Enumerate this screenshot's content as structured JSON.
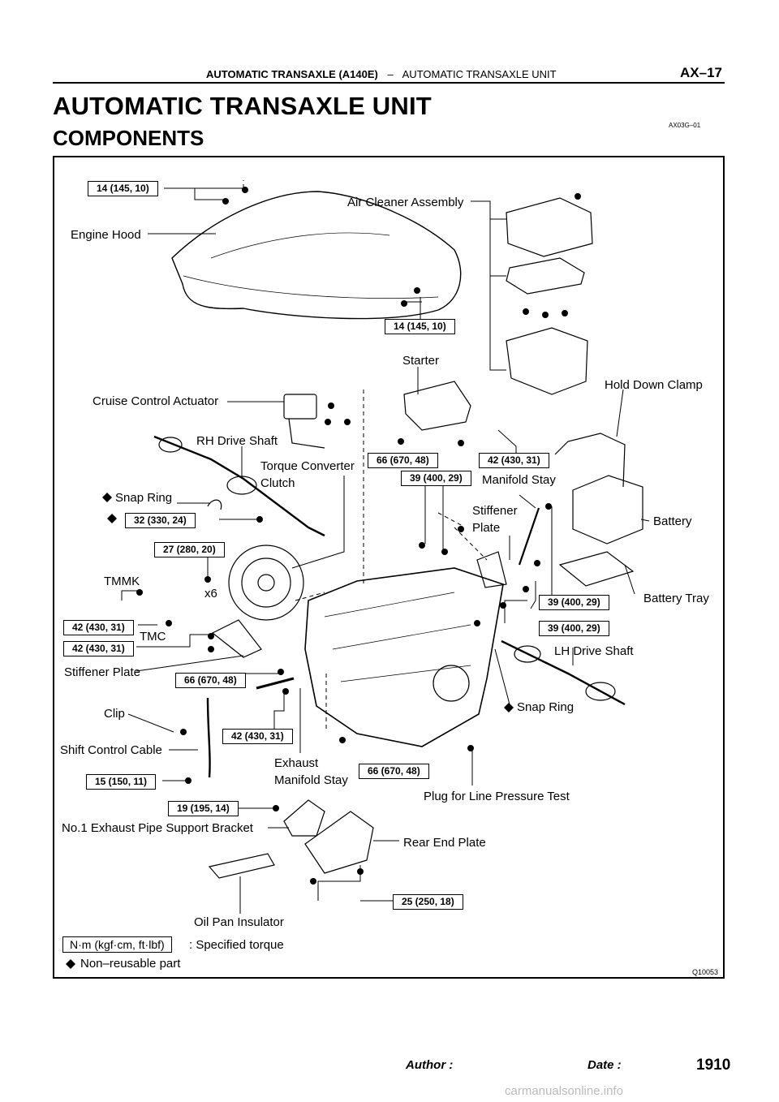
{
  "header": {
    "section": "AUTOMATIC TRANSAXLE (A140E)",
    "separator": "–",
    "subsection": "AUTOMATIC TRANSAXLE UNIT",
    "code": "AX–17"
  },
  "page_title": "AUTOMATIC TRANSAXLE UNIT",
  "section_title": "COMPONENTS",
  "ref_code": "AX03G–01",
  "figure_id": "Q10053",
  "labels": {
    "engine_hood": "Engine Hood",
    "air_cleaner": "Air Cleaner Assembly",
    "starter": "Starter",
    "hold_down_clamp": "Hold Down Clamp",
    "cruise_control": "Cruise Control Actuator",
    "rh_drive_shaft": "RH Drive Shaft",
    "torque_converter_1": "Torque Converter",
    "torque_converter_2": "Clutch",
    "snap_ring_left": "Snap Ring",
    "manifold_stay": "Manifold Stay",
    "stiffener_plate_r1": "Stiffener",
    "stiffener_plate_r2": "Plate",
    "battery": "Battery",
    "tmmk": "TMMK",
    "x6": "x6",
    "battery_tray": "Battery  Tray",
    "tmc": "TMC",
    "lh_drive_shaft": "LH Drive Shaft",
    "stiffener_plate_left": "Stiffener Plate",
    "snap_ring_right": "Snap Ring",
    "clip": "Clip",
    "shift_control_cable": "Shift Control Cable",
    "exhaust_stay_1": "Exhaust",
    "exhaust_stay_2": "Manifold Stay",
    "plug_line_pressure": "Plug for Line Pressure Test",
    "exhaust_pipe_bracket": "No.1 Exhaust Pipe Support Bracket",
    "rear_end_plate": "Rear End Plate",
    "oil_pan_insulator": "Oil Pan Insulator"
  },
  "torques": {
    "t_hood": "14 (145, 10)",
    "t_aircleaner": "14 (145, 10)",
    "t_starter_66": "66 (670, 48)",
    "t_starter_42": "42 (430, 31)",
    "t_39_top": "39 (400, 29)",
    "t_32": "32 (330, 24)",
    "t_27": "27 (280, 20)",
    "t_39_a": "39 (400, 29)",
    "t_39_b": "39 (400, 29)",
    "t_42_a": "42 (430, 31)",
    "t_42_b": "42 (430, 31)",
    "t_66_left": "66 (670, 48)",
    "t_42_c": "42 (430, 31)",
    "t_66_bottom": "66 (670, 48)",
    "t_15": "15 (150, 11)",
    "t_19": "19 (195, 14)",
    "t_25": "25 (250, 18)"
  },
  "legend": {
    "unit_box": "N·m (kgf·cm, ft·lbf)",
    "unit_text": ": Specified torque",
    "nonreusable": "Non–reusable part"
  },
  "footer": {
    "author": "Author :",
    "date": "Date :",
    "page": "1910"
  },
  "watermark": "carmanualsonline.info"
}
